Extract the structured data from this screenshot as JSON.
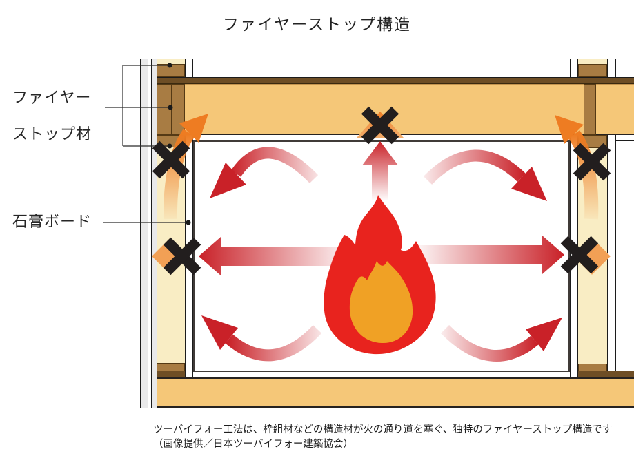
{
  "title": "ファイヤーストップ構造",
  "labels": {
    "firestop": {
      "line1": "ファイヤー",
      "line2": "ストップ材"
    },
    "gypsum_board": "石膏ボード"
  },
  "caption": {
    "line1": "ツーバイフォー工法は、枠組材などの構造材が火の通り道を塞ぐ、独特のファイヤーストップ構造です",
    "line2": "（画像提供／日本ツーバイフォー建築協会）"
  },
  "icons": {
    "fire": "fire-icon",
    "blocked_path": "x-mark-icon",
    "fire_spread": "red-arrow-icon",
    "fire_rise_blocked": "orange-arrow-icon"
  },
  "colors": {
    "floor_joist_tan": "#f5c778",
    "wall_cavity_yellow": "#f9edc4",
    "firestop_brown": "#a87c43",
    "subfloor_dark_brown": "#6e4e25",
    "siding_gray": "#e9e9ea",
    "arrow_red": "#c92128",
    "arrow_orange": "#ee7c22",
    "fire_red": "#e8231e",
    "fire_inner_orange": "#f0a125",
    "x_mark_black": "#221e1e"
  }
}
